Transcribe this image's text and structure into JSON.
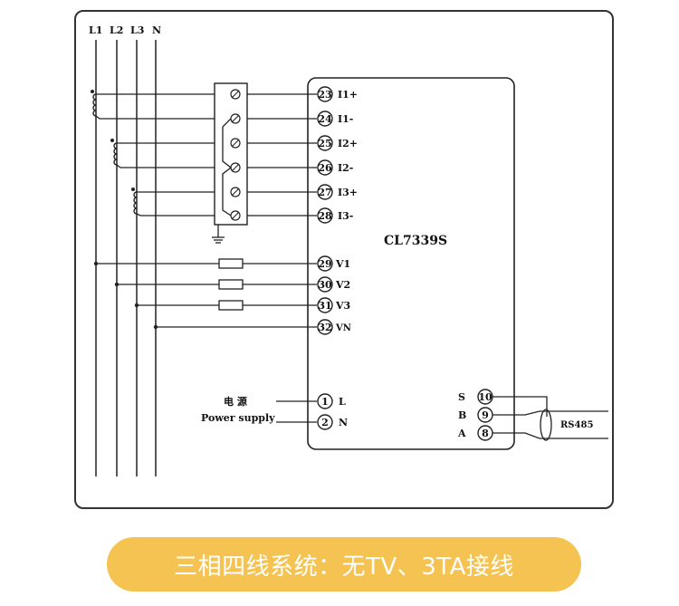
{
  "lines": [
    "L1",
    "L2",
    "L3",
    "N"
  ],
  "device": {
    "model": "CL7339S"
  },
  "current_terminals": [
    {
      "num": "23",
      "label": "I1+"
    },
    {
      "num": "24",
      "label": "I1-"
    },
    {
      "num": "25",
      "label": "I2+"
    },
    {
      "num": "26",
      "label": "I2-"
    },
    {
      "num": "27",
      "label": "I3+"
    },
    {
      "num": "28",
      "label": "I3-"
    }
  ],
  "voltage_terminals": [
    {
      "num": "29",
      "label": "V1"
    },
    {
      "num": "30",
      "label": "V2"
    },
    {
      "num": "31",
      "label": "V3"
    },
    {
      "num": "32",
      "label": "VN"
    }
  ],
  "power": {
    "label_cn": "电 源",
    "label_en": "Power supply",
    "terminals": [
      {
        "num": "1",
        "label": "L"
      },
      {
        "num": "2",
        "label": "N"
      }
    ]
  },
  "comm": {
    "terminals": [
      {
        "num": "10",
        "label": "S"
      },
      {
        "num": "9",
        "label": "B"
      },
      {
        "num": "8",
        "label": "A"
      }
    ],
    "bus_label": "RS485"
  },
  "caption": "三相四线系统：无TV、3TA接线"
}
